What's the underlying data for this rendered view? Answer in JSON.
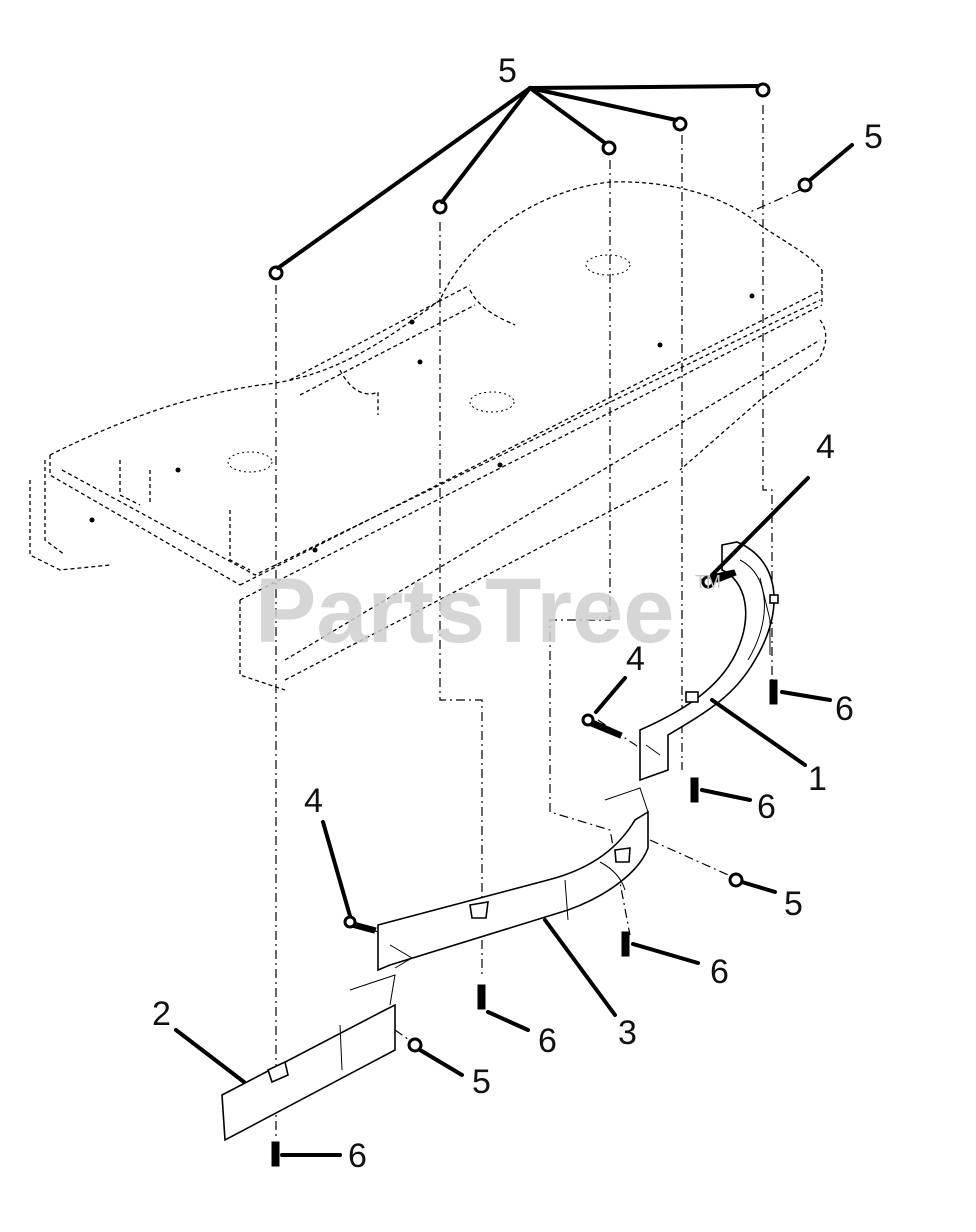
{
  "watermark": {
    "text": "PartsTree",
    "trademark": "TM"
  },
  "callouts": {
    "nut_top": "5",
    "nut_right": "5",
    "bolt_upper_right": "4",
    "screw_right_lower": "6",
    "baffle_1": "1",
    "bolt_mid": "4",
    "screw_mid": "6",
    "nut_mid_right": "5",
    "bolt_left": "4",
    "screw_center_right": "6",
    "baffle_3": "3",
    "screw_center": "6",
    "baffle_2": "2",
    "nut_bottom_left": "5",
    "screw_bottom_left": "6"
  },
  "colors": {
    "ink": "#000000",
    "watermark": "#d0d0d0",
    "background": "#ffffff"
  }
}
